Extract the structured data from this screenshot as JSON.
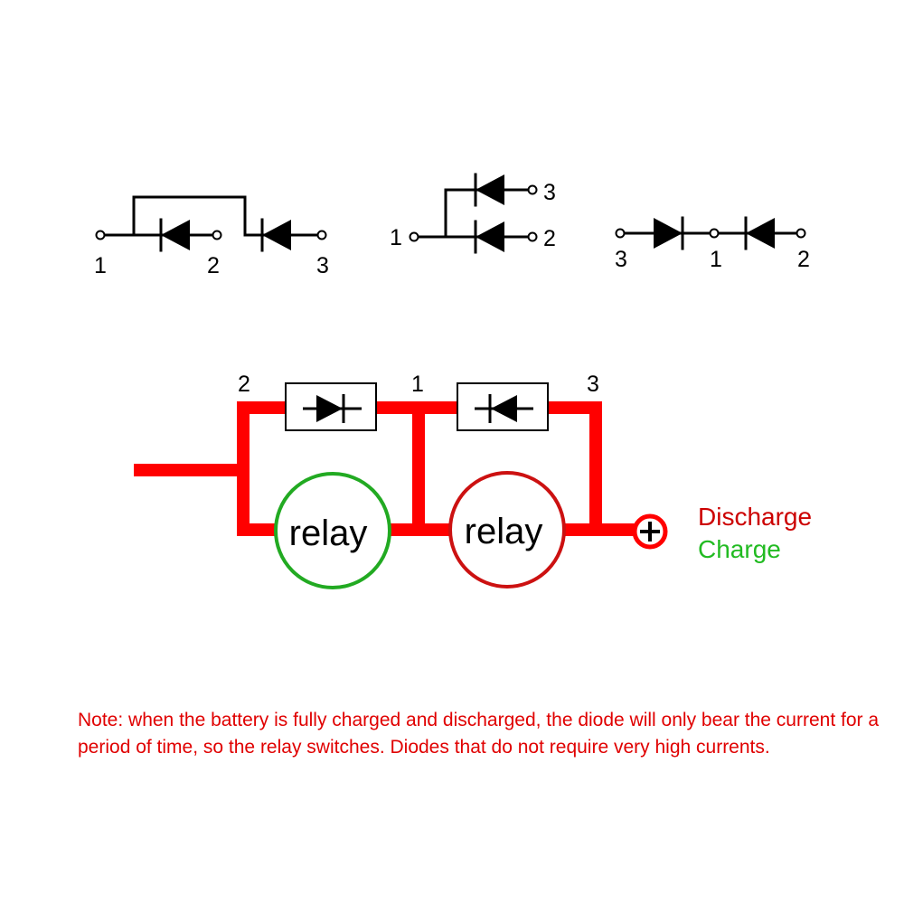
{
  "top_diagrams": [
    {
      "terminals": [
        "1",
        "2",
        "3"
      ]
    },
    {
      "terminals": [
        "1",
        "2",
        "3"
      ]
    },
    {
      "terminals": [
        "3",
        "1",
        "2"
      ]
    }
  ],
  "circuit": {
    "terminal_labels": [
      "2",
      "1",
      "3"
    ],
    "relays": [
      {
        "label": "relay",
        "color": "#22aa22"
      },
      {
        "label": "relay",
        "color": "#cc1111"
      }
    ],
    "wire_color": "#ff0000",
    "plus_symbol": "+"
  },
  "legend": {
    "discharge": {
      "label": "Discharge",
      "color": "#cc0000"
    },
    "charge": {
      "label": "Charge",
      "color": "#22bb22"
    }
  },
  "note": "Note: when the battery is fully charged and discharged, the diode will only bear the current for a period of time, so the relay switches. Diodes that do not require very high currents."
}
